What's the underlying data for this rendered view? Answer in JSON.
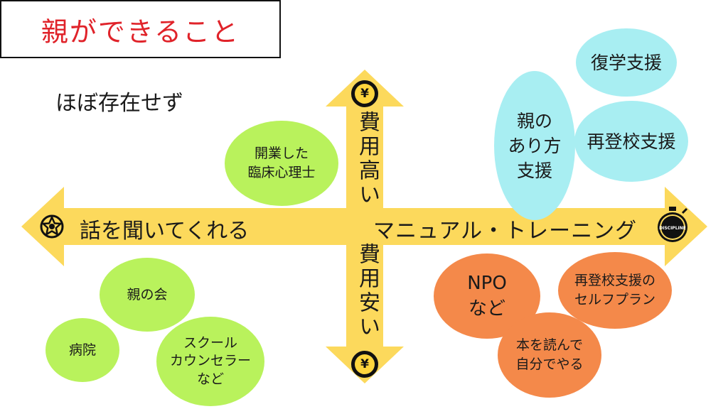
{
  "title": "親ができること",
  "nothing": "ほぼ存在せず",
  "axes": {
    "top": "費用高い",
    "bottom": "費用安い",
    "left": "話を聞いてくれる",
    "right": "マニュアル・トレーニング",
    "yen_symbol": "¥",
    "discipline_label": "DISCIPLINE"
  },
  "bubbles": {
    "private_counselor": "開業した\n臨床心理士",
    "parents_way": "親の\nあり方\n支援",
    "return_school": "復学支援",
    "reattend_school": "再登校支援",
    "parents_group": "親の会",
    "hospital": "病院",
    "school_counselor": "スクール\nカウンセラー\nなど",
    "npo": "NPO\nなど",
    "self_plan": "再登校支援の\nセルフプラン",
    "self_book": "本を読んで\n自分でやる"
  },
  "colors": {
    "arrow": "#fcd95c",
    "title_text": "#e0232a",
    "green": "#b9f25c",
    "cyan": "#a8eef2",
    "orange": "#f4894a"
  }
}
